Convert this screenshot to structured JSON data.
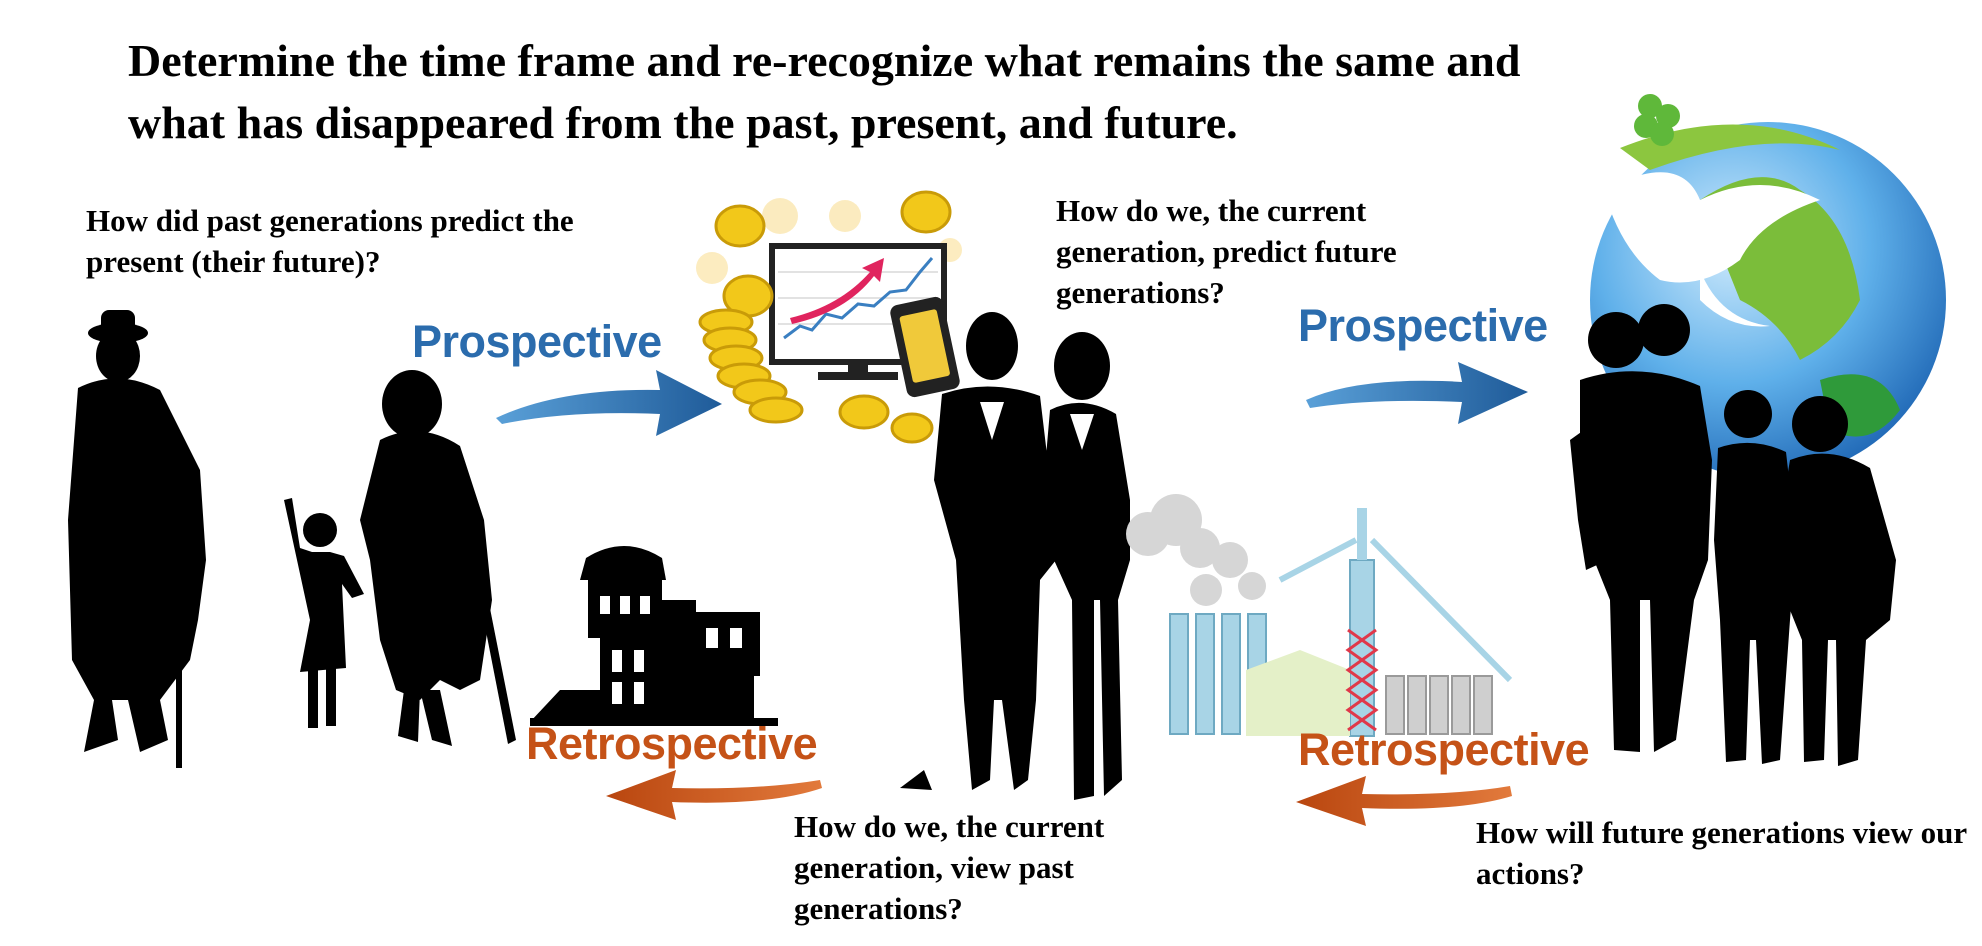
{
  "title": "Determine the time frame and re-recognize what remains the same and what has disappeared from the past, present, and future.",
  "questions": {
    "past_predict": "How did past generations predict the present (their future)?",
    "current_predict": "How do we, the current generation, predict future generations?",
    "current_view": "How do we, the current generation, view past generations?",
    "future_view": "How will future generations view our actions?"
  },
  "labels": {
    "prospective_left": "Prospective",
    "prospective_right": "Prospective",
    "retrospective_left": "Retrospective",
    "retrospective_right": "Retrospective"
  },
  "colors": {
    "prospective": "#2b6cad",
    "retrospective": "#c55217",
    "silhouette": "#000000",
    "coin": "#f2c81a",
    "globe": "#3a8fd6",
    "chart_line": "#3a7fc1",
    "chart_arrow": "#e0245e",
    "factory_pipe": "#a8d4e6"
  },
  "icons": {
    "past_generation": "elderly-family-silhouette",
    "ruins": "atomic-bomb-dome-ruins",
    "economy": "growth-chart-monitor-coins",
    "current_generation": "business-couple-silhouette",
    "industry": "factory-smokestacks",
    "future": "globe-dove-clover",
    "future_generation": "family-silhouette"
  }
}
